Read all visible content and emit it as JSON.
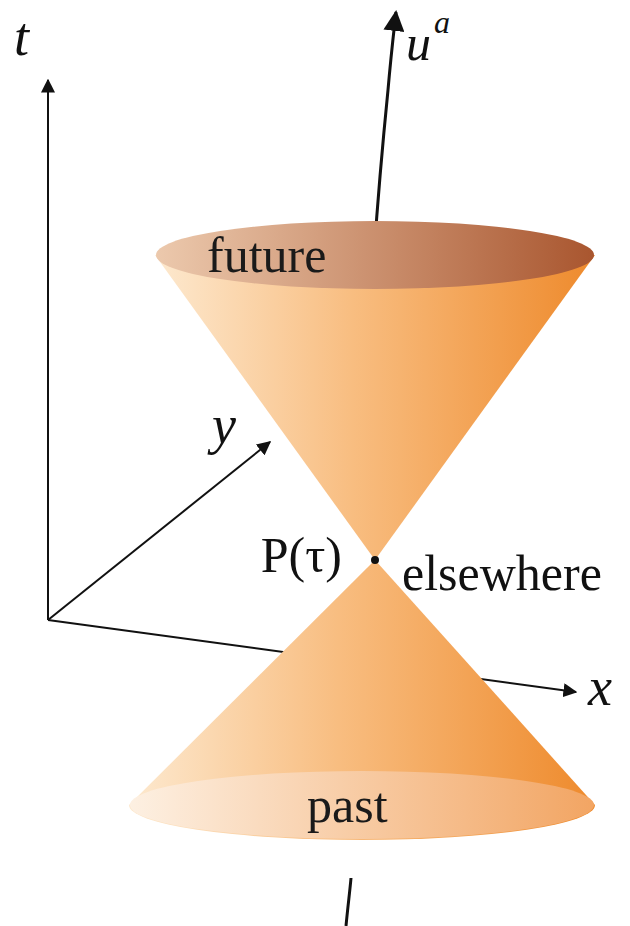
{
  "diagram": {
    "nodes": [
      {
        "text": [
          "future"
        ]
      },
      {
        "text": [
          "past"
        ]
      }
    ],
    "labels": [
      "t",
      "y",
      "x",
      "u",
      "a",
      "P(τ)",
      "elsewhere"
    ]
  }
}
